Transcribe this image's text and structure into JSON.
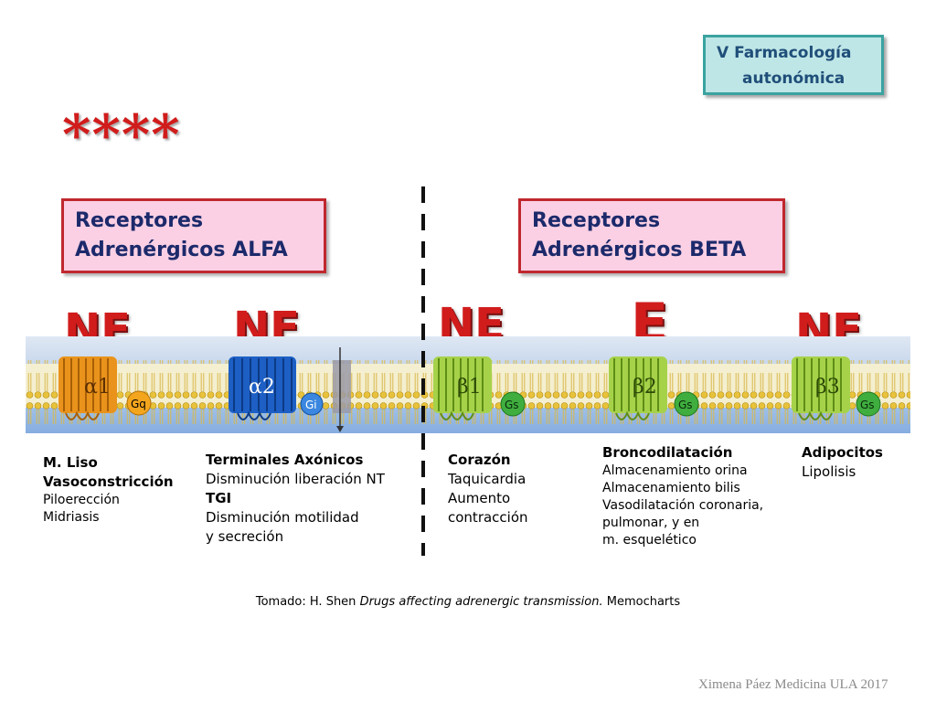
{
  "header": {
    "course_line1": "V Farmacología",
    "course_line2": "autonómica",
    "stars": "****"
  },
  "groups": {
    "alfa": {
      "line1": "Receptores",
      "line2": "Adrenérgicos ALFA"
    },
    "beta": {
      "line1": "Receptores",
      "line2": "Adrenérgicos BETA"
    }
  },
  "receptors": [
    {
      "ligand": "NE",
      "name": "α1",
      "gprotein": "Gq",
      "color": "#f2a02a"
    },
    {
      "ligand": "NE",
      "name": "α2",
      "gprotein": "Gi",
      "color": "#1d5fc4"
    },
    {
      "ligand": "NE",
      "name": "β1",
      "gprotein": "Gs",
      "color": "#a6d24a"
    },
    {
      "ligand": "E",
      "name": "β2",
      "gprotein": "Gs",
      "color": "#a6d24a"
    },
    {
      "ligand": "NE",
      "name": "β3",
      "gprotein": "Gs",
      "color": "#a6d24a"
    }
  ],
  "effects": {
    "alfa1": {
      "l1": "M. Liso",
      "l2": "Vasoconstricción",
      "l3": "Piloerección",
      "l4": "Midriasis"
    },
    "alfa2": {
      "l1": "Terminales Axónicos",
      "l2": "Disminución liberación NT",
      "l3": "TGI",
      "l4": "Disminución motilidad",
      "l5": "y secreción"
    },
    "beta1": {
      "l1": "Corazón",
      "l2": "Taquicardia",
      "l3": "Aumento",
      "l4": "contracción"
    },
    "beta2": {
      "l1": "Broncodilatación",
      "l2": "Almacenamiento orina",
      "l3": "Almacenamiento bilis",
      "l4": "Vasodilatación coronaria,",
      "l5": "pulmonar,  y en",
      "l6": "m. esquelético"
    },
    "beta3": {
      "l1": "Adipocitos",
      "l2": "Lipolisis"
    }
  },
  "source": {
    "prefix": "Tomado: H. Shen ",
    "title": "Drugs affecting adrenergic transmission.",
    "suffix": " Memocharts"
  },
  "footer": "Ximena Páez Medicina ULA 2017",
  "colors": {
    "ligand": "#d11c1c",
    "box_border": "#c0282e",
    "box_fill": "#fbd0e4",
    "course_fill": "#bfe6e6"
  }
}
